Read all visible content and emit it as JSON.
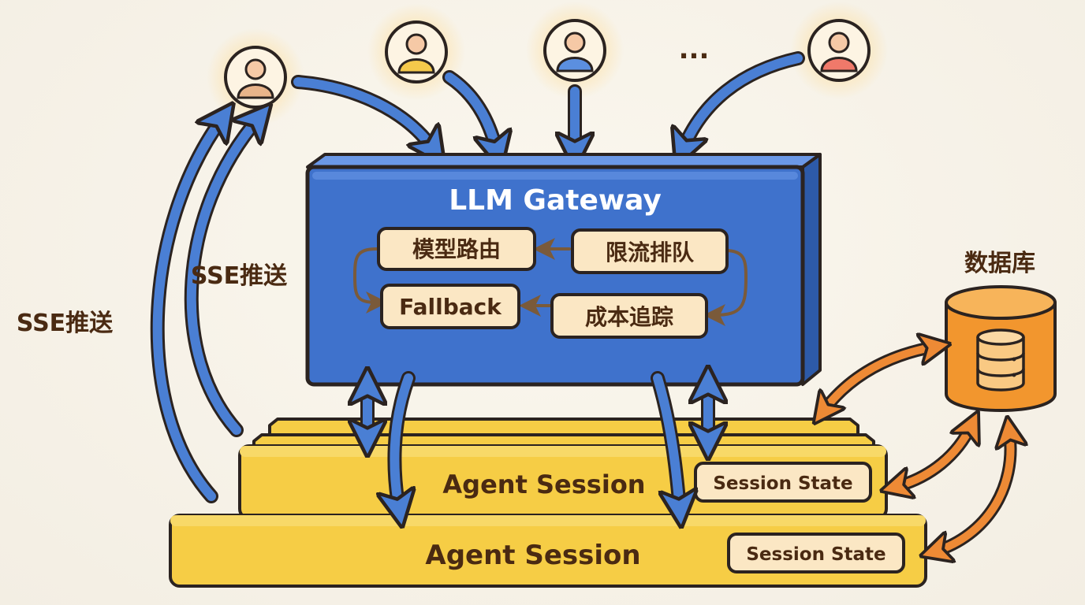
{
  "users": {
    "ellipsis": "...",
    "colors": [
      "#e8b48a",
      "#f5c94b",
      "#5b8fe0",
      "#f0796a"
    ]
  },
  "gateway": {
    "title": "LLM Gateway",
    "modules": {
      "routing": "模型路由",
      "rate_limit": "限流排队",
      "fallback": "Fallback",
      "cost": "成本追踪"
    }
  },
  "sse": {
    "inner_label": "SSE推送",
    "outer_label": "SSE推送"
  },
  "sessions": {
    "front": {
      "label": "Agent Session",
      "state": "Session State"
    },
    "back": {
      "label": "Agent Session",
      "state": "Session State"
    }
  },
  "database": {
    "label": "数据库"
  },
  "colors": {
    "gateway_blue": "#3f72cc",
    "arrow_blue": "#4a7fd4",
    "session_yellow": "#f6cd45",
    "db_orange": "#f2962e",
    "arrow_orange": "#ee8a35",
    "outline": "#2b2320",
    "chip": "#fbe7c4"
  }
}
